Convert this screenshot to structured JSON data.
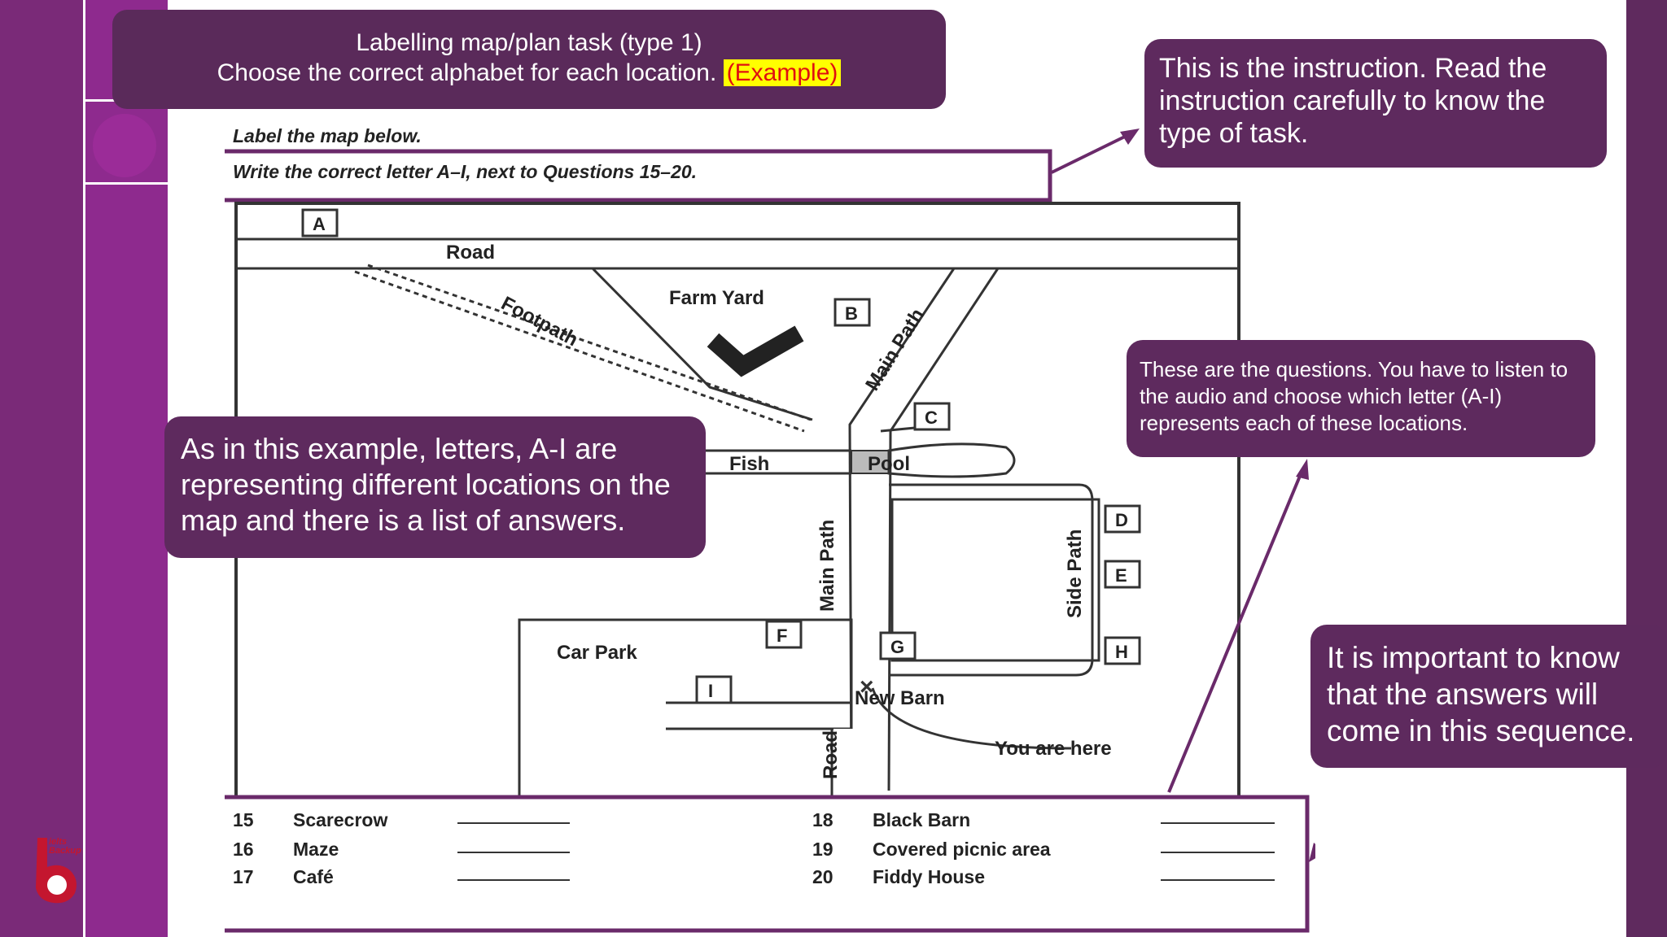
{
  "title": {
    "line1": "Labelling map/plan task (type 1)",
    "line2": "Choose the correct alphabet for each location.",
    "example": "(Example)"
  },
  "callouts": {
    "instruction": "This is the instruction. Read the instruction carefully to know the type of task.",
    "questions": "These are the questions. You have to listen to the audio and choose which letter (A-I) represents each of these locations.",
    "letters": "As in this example, letters, A-I are representing different locations on the map and there is a list of answers.",
    "sequence": "It is important to know that the answers will come in this sequence."
  },
  "worksheet": {
    "label_instruction": "Label the map below.",
    "write_instruction": "Write the correct letter A–I, next to Questions 15–20."
  },
  "map": {
    "letters": [
      "A",
      "B",
      "C",
      "D",
      "E",
      "F",
      "G",
      "H",
      "I"
    ],
    "labels": {
      "road_top": "Road",
      "farm_yard": "Farm Yard",
      "footpath": "Footpath",
      "main_path_top": "Main Path",
      "fish": "Fish",
      "pool": "Pool",
      "main_path": "Main Path",
      "side_path": "Side Path",
      "car_park": "Car Park",
      "new_barn": "New Barn",
      "you_are_here": "You are here",
      "road_bottom": "Road"
    }
  },
  "questions": [
    {
      "num": "15",
      "text": "Scarecrow"
    },
    {
      "num": "16",
      "text": "Maze"
    },
    {
      "num": "17",
      "text": "Café"
    },
    {
      "num": "18",
      "text": "Black Barn"
    },
    {
      "num": "19",
      "text": "Covered picnic area"
    },
    {
      "num": "20",
      "text": "Fiddy House"
    }
  ],
  "logo": {
    "line1": "ielts",
    "line2": "Backup"
  },
  "colors": {
    "callout_bg": "#5e2a5e",
    "accent_purple": "#8e2a8e",
    "example_highlight": "#ffff00",
    "example_text": "#e01010"
  }
}
